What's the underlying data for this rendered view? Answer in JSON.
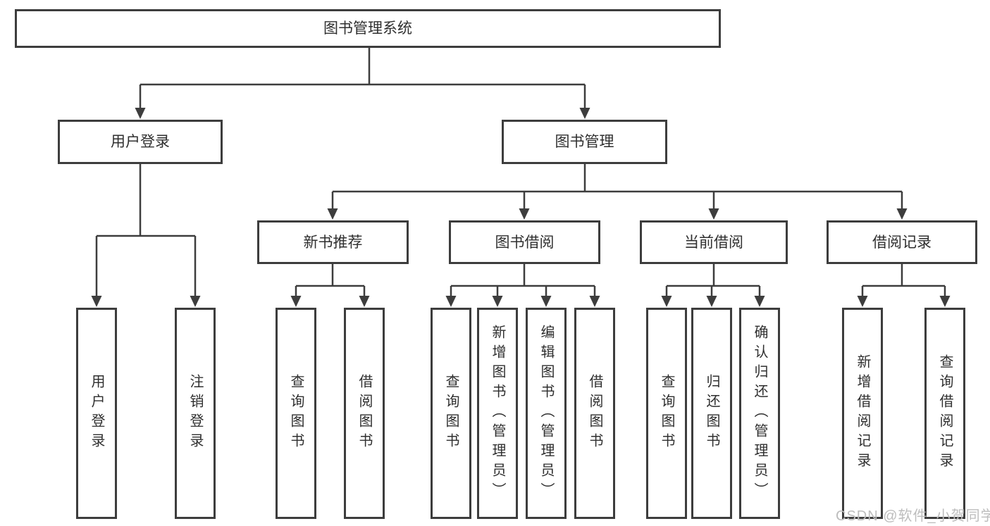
{
  "tree": {
    "label": "图书管理系统",
    "children": [
      {
        "label": "用户登录",
        "children": [
          {
            "label": "用户登录"
          },
          {
            "label": "注销登录"
          }
        ]
      },
      {
        "label": "图书管理",
        "children": [
          {
            "label": "新书推荐",
            "children": [
              {
                "label": "查询图书"
              },
              {
                "label": "借阅图书"
              }
            ]
          },
          {
            "label": "图书借阅",
            "children": [
              {
                "label": "查询图书"
              },
              {
                "label": "新增图书（管理员）"
              },
              {
                "label": "编辑图书（管理员）"
              },
              {
                "label": "借阅图书"
              }
            ]
          },
          {
            "label": "当前借阅",
            "children": [
              {
                "label": "查询图书"
              },
              {
                "label": "归还图书"
              },
              {
                "label": "确认归还（管理员）"
              }
            ]
          },
          {
            "label": "借阅记录",
            "children": [
              {
                "label": "新增借阅记录"
              },
              {
                "label": "查询借阅记录"
              }
            ]
          }
        ]
      }
    ]
  },
  "watermark": {
    "text": "CSDN @软件_小贺同学"
  },
  "colors": {
    "line": "#3D3D3D",
    "text": "#2F2F2F",
    "box_background": "#FFFFFF",
    "page_background": "#FFFFFF",
    "watermark": "#BDBDBD"
  }
}
